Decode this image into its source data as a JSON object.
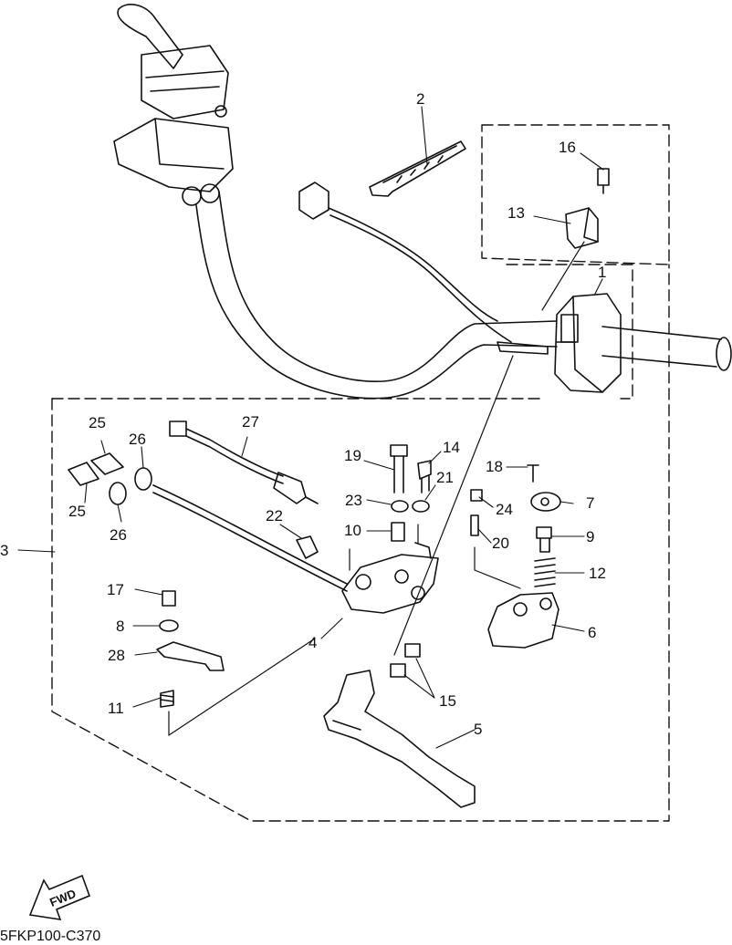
{
  "diagram": {
    "part_labels": {
      "p1": "1",
      "p2": "2",
      "p3": "3",
      "p4": "4",
      "p5": "5",
      "p6": "6",
      "p7": "7",
      "p8": "8",
      "p9": "9",
      "p10": "10",
      "p11": "11",
      "p12": "12",
      "p13": "13",
      "p14": "14",
      "p15": "15",
      "p16": "16",
      "p17": "17",
      "p18": "18",
      "p19": "19",
      "p20": "20",
      "p21": "21",
      "p22": "22",
      "p23": "23",
      "p24": "24",
      "p25a": "25",
      "p25b": "25",
      "p26a": "26",
      "p26b": "26",
      "p27": "27",
      "p28": "28"
    },
    "fwd_arrow_text": "FWD",
    "drawing_code": "5FKP100-C370"
  }
}
